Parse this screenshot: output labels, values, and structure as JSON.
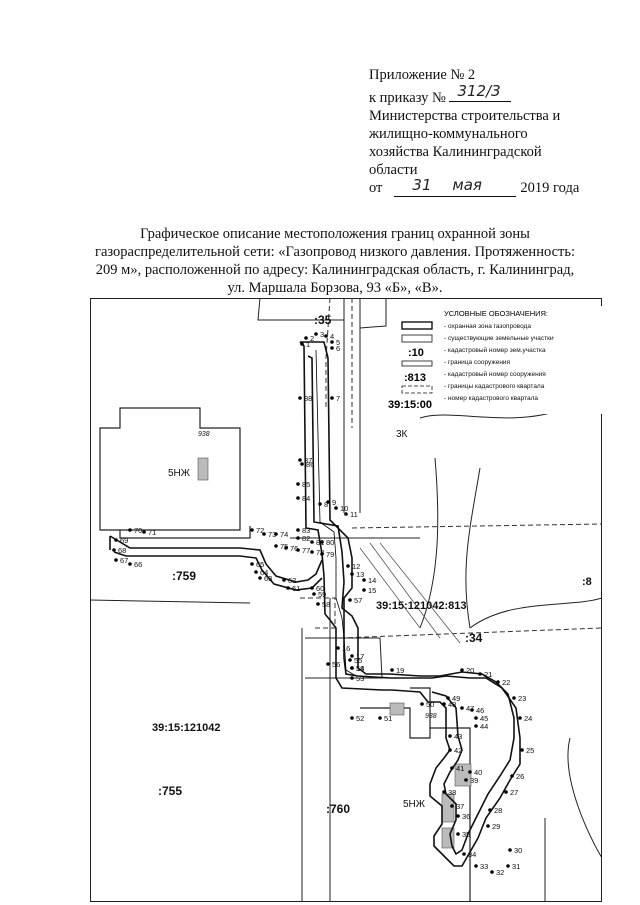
{
  "header": {
    "line1": "Приложение № 2",
    "line2_prefix": "к приказу №",
    "order_number_handwritten": "312/3",
    "line3": "Министерства строительства и",
    "line4": "жилищно-коммунального",
    "line5": "хозяйства Калининградской",
    "line6": "области",
    "date_prefix": "от",
    "date_day_handwritten": "31",
    "date_month_handwritten": "мая",
    "date_suffix": "2019 года"
  },
  "title": {
    "line1": "Графическое описание местоположения границ охранной зоны",
    "line2": "газораспределительной сети: «Газопровод низкого давления. Протяженность:",
    "line3": "209 м», расположенной по адресу: Калининградская область, г. Калининград,",
    "line4": "ул. Маршала Борзова, 93 «Б», «В»."
  },
  "legend": {
    "heading": "УСЛОВНЫЕ ОБОЗНАЧЕНИЯ:",
    "items": [
      {
        "symbol": "",
        "text": "- охранная зона газопровода"
      },
      {
        "symbol": "",
        "text": "- существующие земельные участки"
      },
      {
        "symbol": ":10",
        "text": "- кадастровый номер зем.участка"
      },
      {
        "symbol": "",
        "text": "- граница сооружения"
      },
      {
        "symbol": ":813",
        "text": "- кадастровый номер сооружения"
      },
      {
        "symbol": "",
        "text": "- границы кадастрового квартала"
      },
      {
        "symbol": "39:15:00",
        "text": "- номер кадастрового квартала"
      }
    ]
  },
  "map": {
    "labels": {
      "p35": ":35",
      "p3k": "3К",
      "p5nzh_a": "5НЖ",
      "p938_a": "938",
      "p759": ":759",
      "p813": "39:15:121042:813",
      "p8": ":8",
      "p34": ":34",
      "p121042": "39:15:121042",
      "p755": ":755",
      "p760": ":760",
      "p938_b": "938",
      "p5nzh_b": "5НЖ"
    },
    "points": [
      "1",
      "2",
      "3",
      "4",
      "5",
      "6",
      "7",
      "8",
      "9",
      "10",
      "11",
      "12",
      "13",
      "14",
      "15",
      "16",
      "17",
      "18",
      "19",
      "20",
      "21",
      "22",
      "23",
      "24",
      "25",
      "26",
      "27",
      "28",
      "29",
      "30",
      "31",
      "32",
      "33",
      "34",
      "35",
      "36",
      "37",
      "38",
      "39",
      "40",
      "41",
      "42",
      "43",
      "44",
      "45",
      "46",
      "47",
      "48",
      "49",
      "50",
      "51",
      "52",
      "53",
      "54",
      "55",
      "56",
      "57",
      "58",
      "59",
      "60",
      "61",
      "62",
      "63",
      "64",
      "65",
      "66",
      "67",
      "68",
      "69",
      "70",
      "71",
      "72",
      "73",
      "74",
      "75",
      "76",
      "77",
      "78",
      "79",
      "80",
      "81",
      "82",
      "83",
      "84",
      "85",
      "86",
      "87",
      "88"
    ]
  }
}
